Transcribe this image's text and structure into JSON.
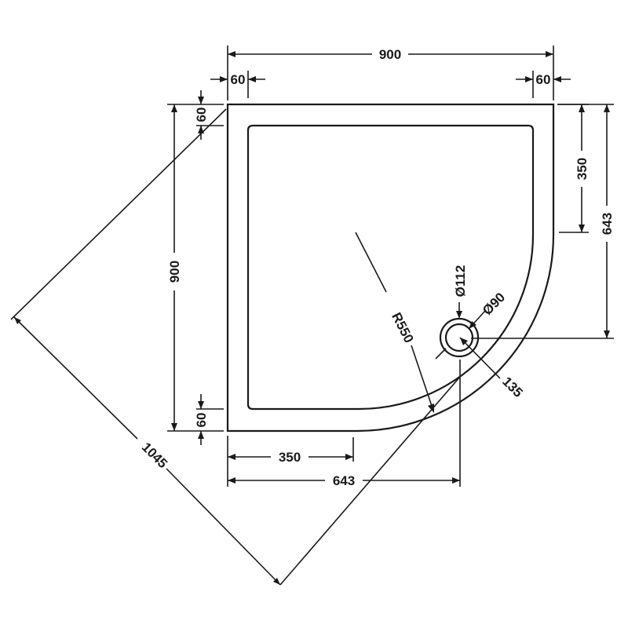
{
  "colors": {
    "line": "#1a1a1a",
    "background": "#ffffff"
  },
  "dimensions": {
    "overall_width": "900",
    "left_rim_width": "60",
    "right_rim_width": "60",
    "top_rim_depth": "60",
    "bottom_rim_depth": "60",
    "overall_depth": "900",
    "right_straight": "350",
    "right_to_waste": "643",
    "bottom_straight": "350",
    "bottom_to_waste": "643",
    "radius": "R550",
    "waste_outer": "Ø112",
    "waste_inner": "Ø90",
    "waste_offset": "135",
    "diagonal": "1045"
  }
}
